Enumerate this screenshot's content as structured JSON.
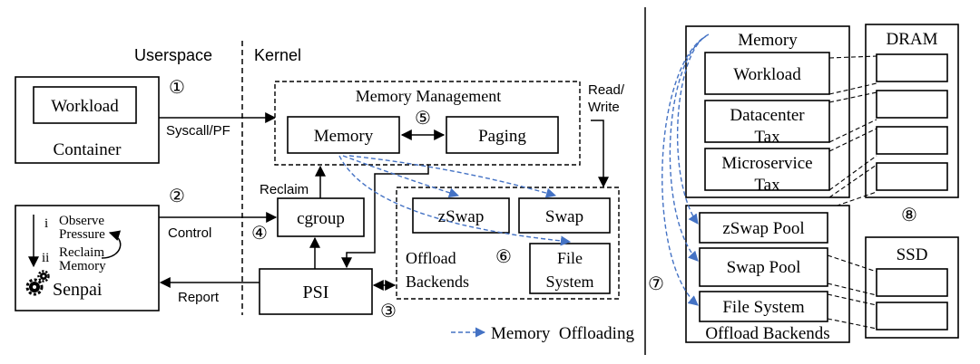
{
  "left": {
    "userspace": "Userspace",
    "kernel": "Kernel",
    "container": {
      "workload": "Workload",
      "label": "Container"
    },
    "syscall": "Syscall/PF",
    "memory_management": {
      "title": "Memory Management",
      "memory": "Memory",
      "paging": "Paging"
    },
    "read_write": [
      "Read/",
      "Write"
    ],
    "reclaim": "Reclaim",
    "control": "Control",
    "report": "Report",
    "cgroup": "cgroup",
    "psi": "PSI",
    "offload": {
      "zswap": "zSwap",
      "swap": "Swap",
      "label": [
        "Offload",
        "Backends"
      ],
      "file_system": [
        "File",
        "System"
      ]
    },
    "senpai": {
      "step_i": "i",
      "observe": [
        "Observe",
        "Pressure"
      ],
      "step_ii": "ii",
      "reclaim": [
        "Reclaim",
        "Memory"
      ],
      "name": "Senpai"
    },
    "markers": [
      "①",
      "②",
      "③",
      "④",
      "⑤",
      "⑥"
    ],
    "legend": "Memory  Offloading"
  },
  "right": {
    "memory": {
      "title": "Memory",
      "workload": "Workload",
      "datacenter_tax": [
        "Datacenter",
        "Tax"
      ],
      "microservice_tax": [
        "Microservice",
        "Tax"
      ]
    },
    "dram": "DRAM",
    "offload": {
      "zswap_pool": "zSwap Pool",
      "swap_pool": "Swap Pool",
      "file_system": "File System",
      "label": "Offload Backends"
    },
    "ssd": "SSD",
    "markers": [
      "⑦",
      "⑧"
    ]
  },
  "colors": {
    "offload_arrow": "#4472c4",
    "line": "#000000"
  }
}
